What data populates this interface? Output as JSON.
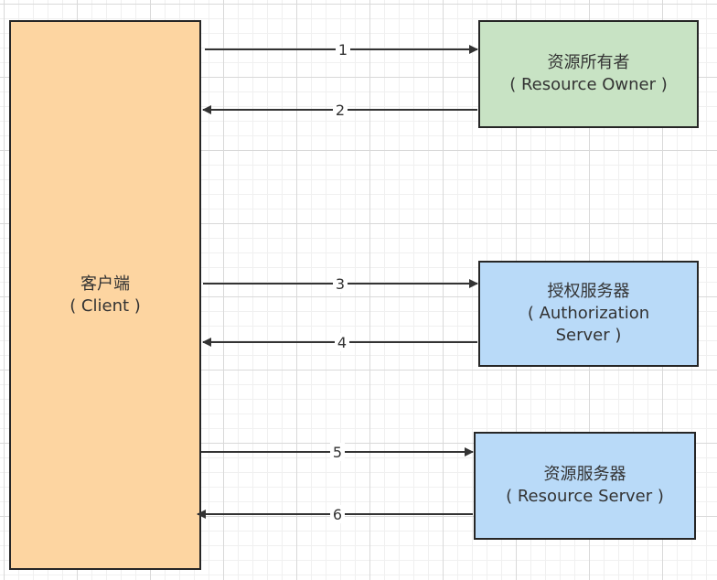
{
  "colors": {
    "client_fill": "#fdd5a1",
    "owner_fill": "#c8e3c4",
    "server_fill": "#b9daf8",
    "border": "#262626",
    "arrow": "#333333"
  },
  "nodes": {
    "client": {
      "line1": "客户端",
      "line2": "( Client )"
    },
    "owner": {
      "line1": "资源所有者",
      "line2": "( Resource Owner )"
    },
    "auth": {
      "line1": "授权服务器",
      "line2": "( Authorization",
      "line3": "Server )"
    },
    "resource": {
      "line1": "资源服务器",
      "line2": "( Resource Server )"
    }
  },
  "arrows": [
    {
      "label": "1",
      "from": "client",
      "to": "owner"
    },
    {
      "label": "2",
      "from": "owner",
      "to": "client"
    },
    {
      "label": "3",
      "from": "client",
      "to": "auth"
    },
    {
      "label": "4",
      "from": "auth",
      "to": "client"
    },
    {
      "label": "5",
      "from": "client",
      "to": "resource"
    },
    {
      "label": "6",
      "from": "resource",
      "to": "client"
    }
  ]
}
